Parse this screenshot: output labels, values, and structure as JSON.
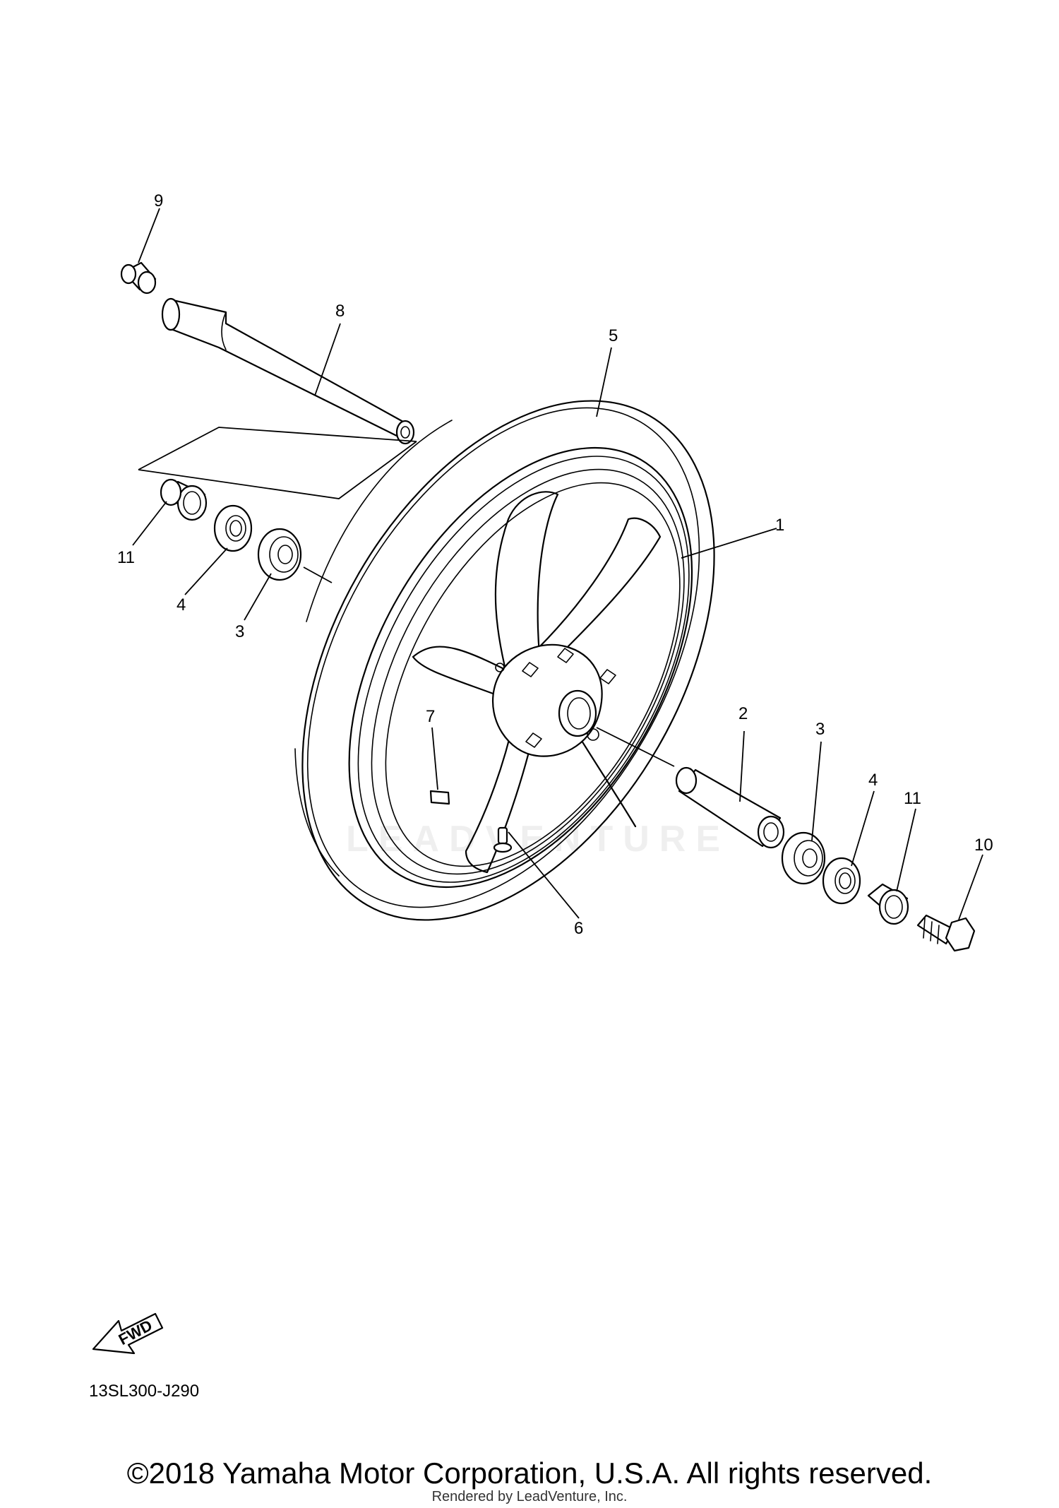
{
  "diagram_code": "13SL300-J290",
  "fwd_label": "FWD",
  "copyright": "©2018 Yamaha Motor Corporation, U.S.A. All rights reserved.",
  "rendered_by": "Rendered by LeadVenture, Inc.",
  "watermark": "LEADVENTURE",
  "callouts": {
    "c1": "1",
    "c2": "2",
    "c3a": "3",
    "c3b": "3",
    "c4a": "4",
    "c4b": "4",
    "c5": "5",
    "c6": "6",
    "c7": "7",
    "c8": "8",
    "c9": "9",
    "c10": "10",
    "c11a": "11",
    "c11b": "11"
  }
}
